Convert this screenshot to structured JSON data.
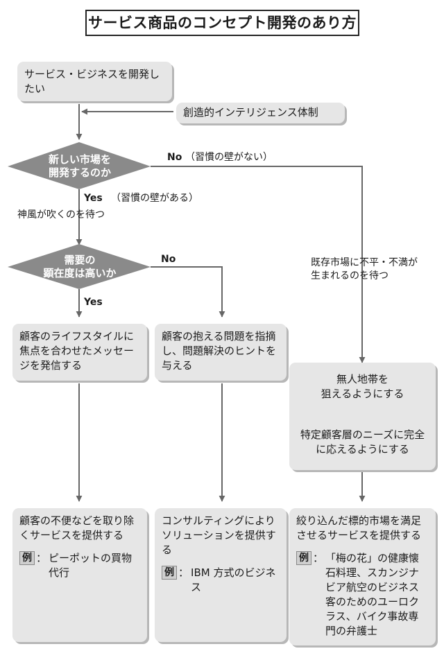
{
  "title": "サービス商品のコンセプト開発のあり方",
  "start_box": "サービス・ビジネスを開発したい",
  "creative_box": "創造的インテリジェンス体制",
  "decision1": {
    "line1": "新しい市場を",
    "line2": "開発するのか"
  },
  "decision1_no": "No",
  "decision1_no_note": "（習慣の壁がない）",
  "decision1_yes": "Yes",
  "decision1_yes_note": "（習慣の壁がある）",
  "wait_kamikaze": "神風が吹くのを待つ",
  "decision2": {
    "line1": "需要の",
    "line2": "顕在度は高いか"
  },
  "decision2_no": "No",
  "decision2_yes": "Yes",
  "wait_market": {
    "line1": "既存市場に不平・不満が",
    "line2": "生まれるのを待つ"
  },
  "box_lifestyle": "顧客のライフスタイルに焦点を合わせたメッセージを発信する",
  "box_problem": "顧客の抱える問題を指摘し、問題解決のヒントを与える",
  "box_unmanned": {
    "line1": "無人地帯を",
    "line2": "狙えるようにする"
  },
  "box_specific": "特定顧客層のニーズに完全に応えるようにする",
  "box_remove": {
    "text": "顧客の不便などを取り除くサービスを提供する",
    "example_label": "例",
    "example_text": "ピーポットの買物代行"
  },
  "box_consulting": {
    "text": "コンサルティングによりソリューションを提供する",
    "example_label": "例",
    "example_text": "IBM 方式のビジネス"
  },
  "box_target": {
    "text": "絞り込んだ標的市場を満足させるサービスを提供する",
    "example_label": "例",
    "example_text": "「梅の花」の健康懐石料理、スカンジナビア航空のビジネス客のためのユーロクラス、バイク事故専門の弁護士"
  },
  "colors": {
    "box": "#e6e6e6",
    "diamond": "#8a8a8a",
    "line": "#666666"
  }
}
